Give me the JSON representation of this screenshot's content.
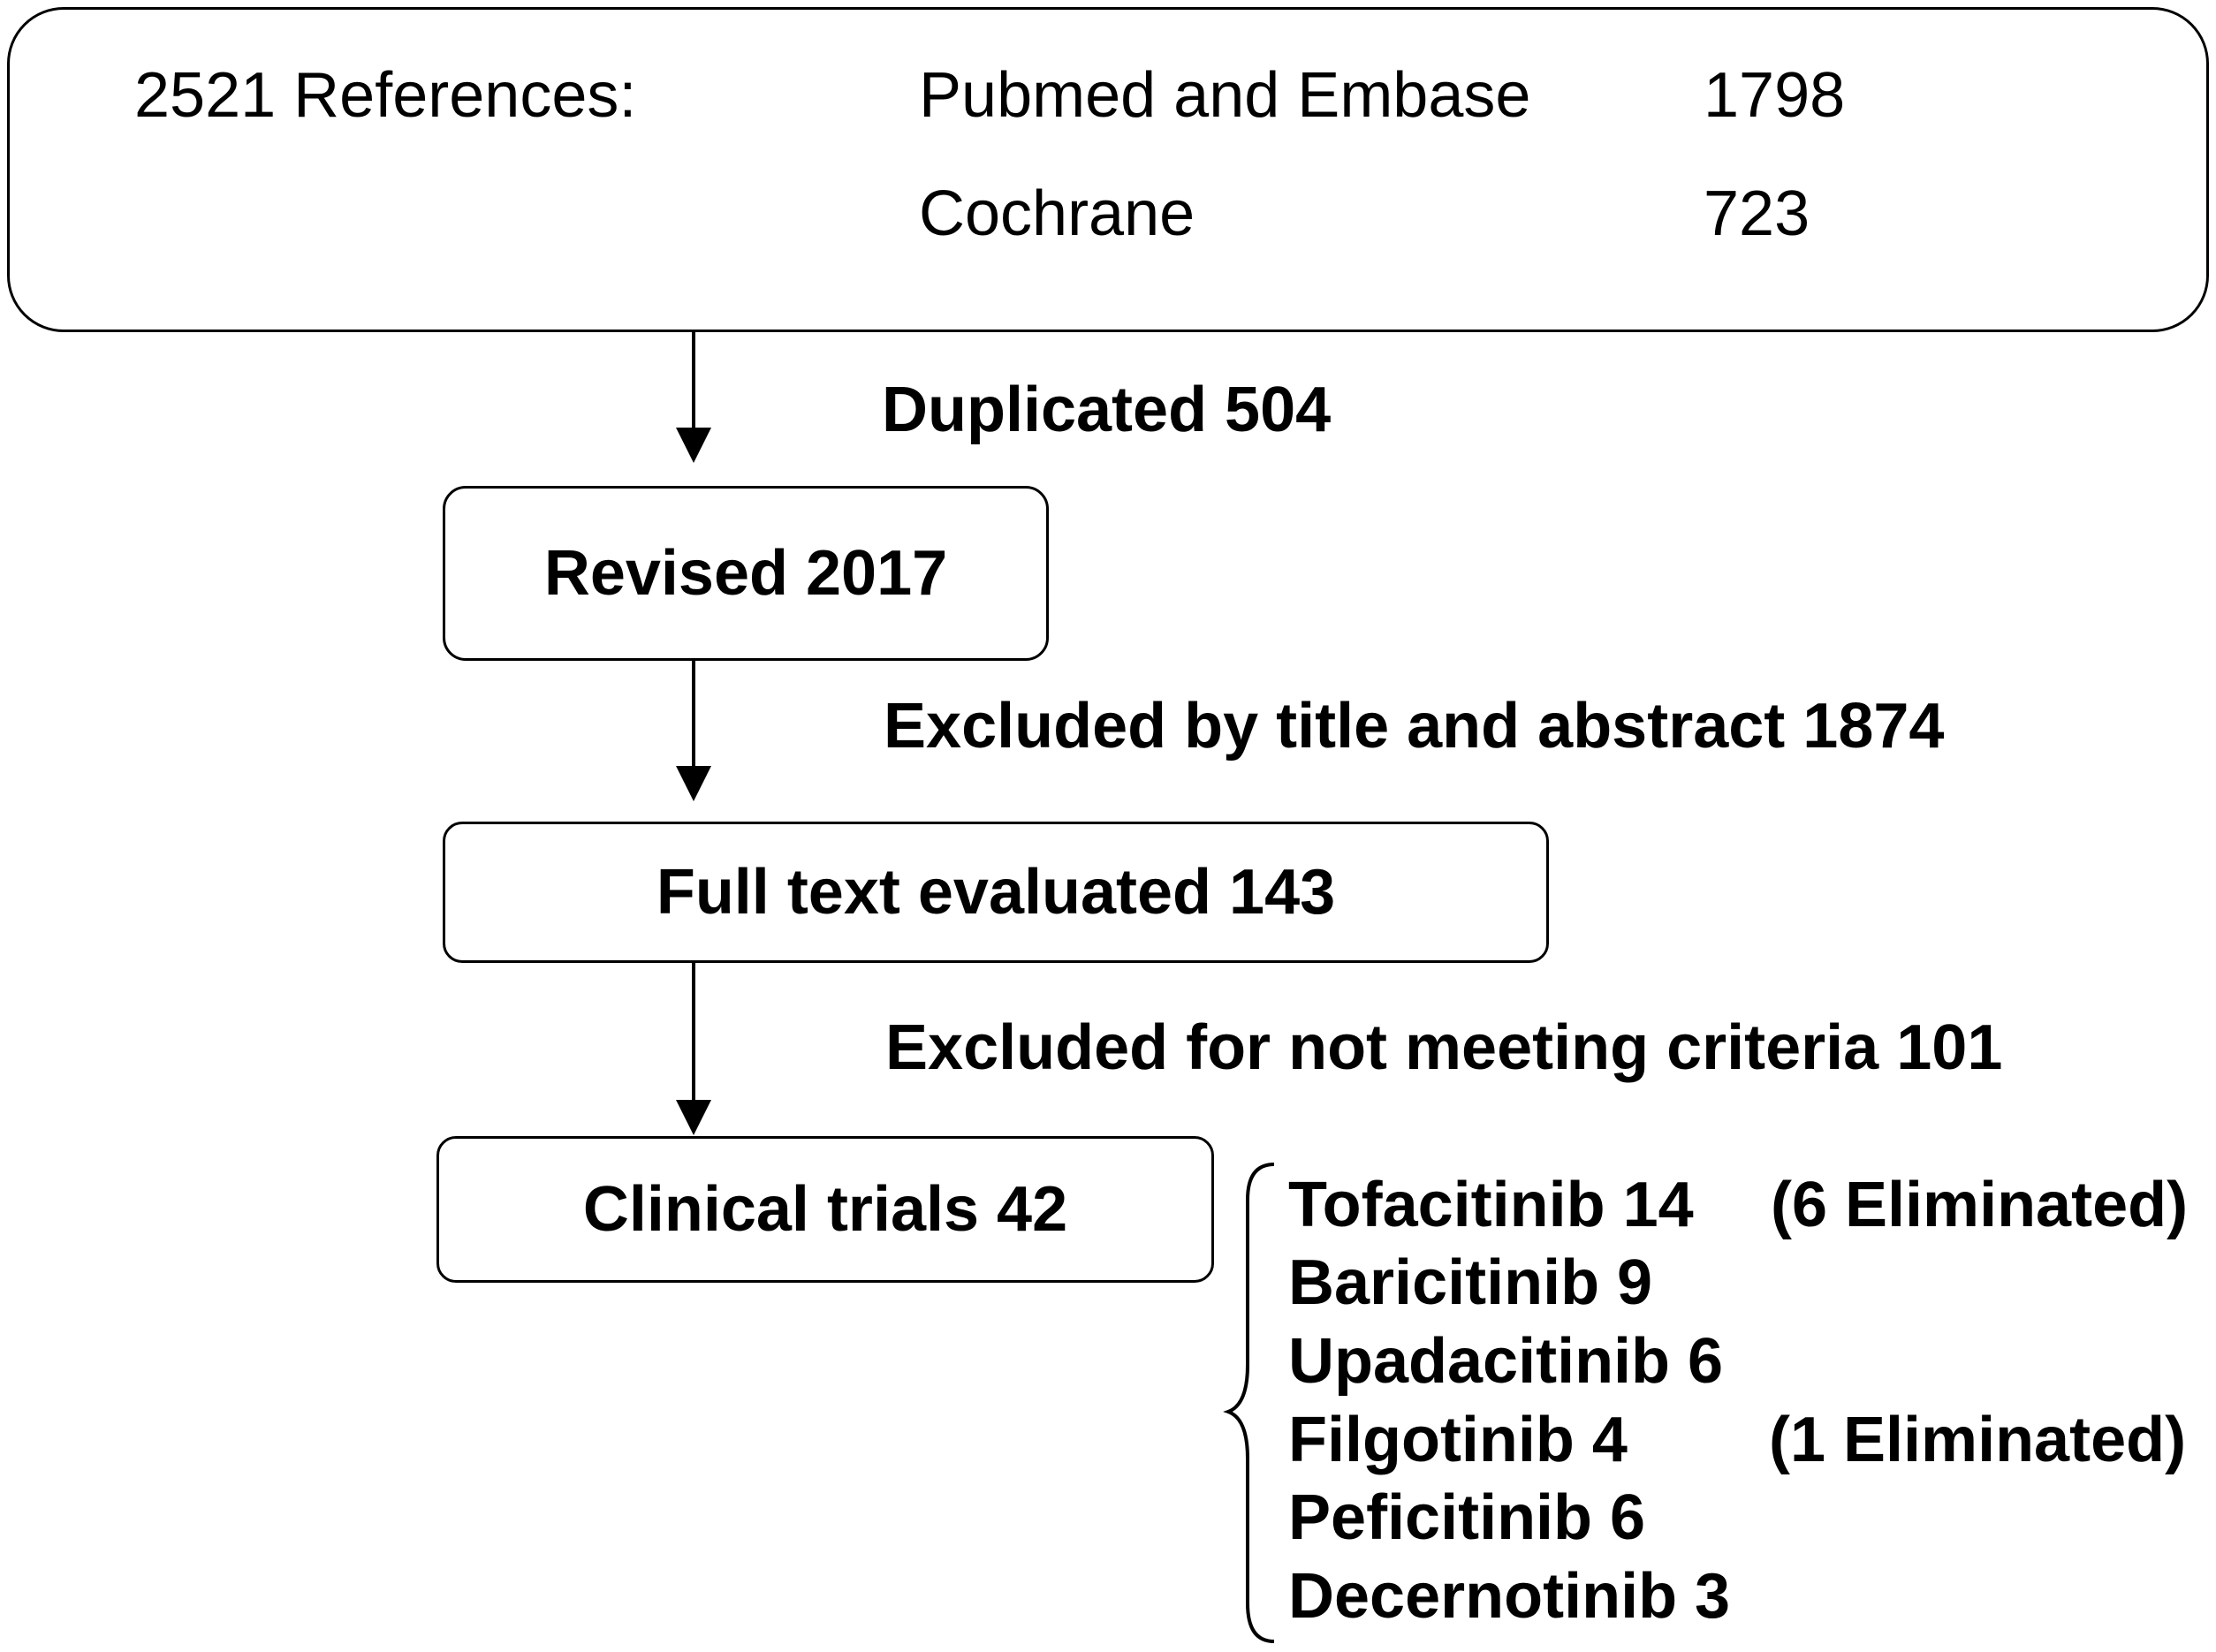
{
  "references_box": {
    "total_label": "2521 References:",
    "sources": [
      {
        "name": "Pubmed and Embase",
        "count": "1798"
      },
      {
        "name": "Cochrane",
        "count": "723"
      }
    ]
  },
  "steps": {
    "duplicated": "Duplicated 504",
    "revised": "Revised 2017",
    "excluded_title_abstract": "Excluded by title and abstract 1874",
    "full_text": "Full text evaluated 143",
    "excluded_criteria": "Excluded for not meeting criteria 101",
    "clinical_trials": "Clinical trials 42"
  },
  "drugs": [
    {
      "label": "Tofacitinib 14",
      "note": "(6 Eliminated)"
    },
    {
      "label": "Baricitinib 9",
      "note": ""
    },
    {
      "label": "Upadacitinib 6",
      "note": ""
    },
    {
      "label": "Filgotinib 4",
      "note": "(1 Eliminated)"
    },
    {
      "label": "Peficitinib 6",
      "note": ""
    },
    {
      "label": "Decernotinib 3",
      "note": ""
    }
  ]
}
